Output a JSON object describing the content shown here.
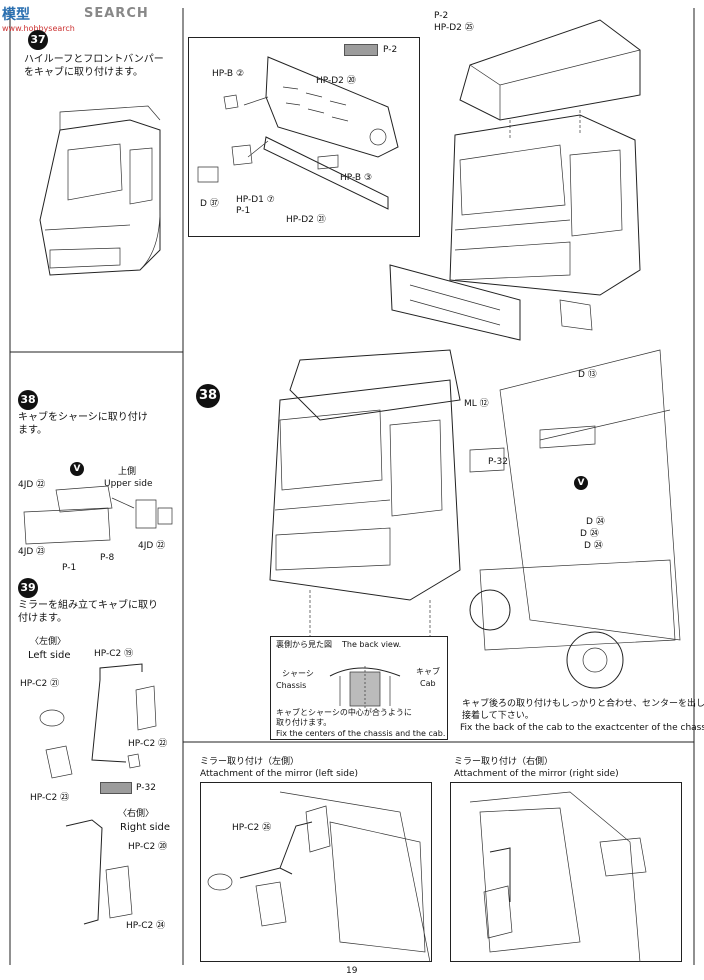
{
  "watermark": {
    "logo_chars": "模型",
    "brand": "SEARCH",
    "site": "www.hobbysearch"
  },
  "page_number": "19",
  "step37": {
    "number": "37",
    "text_line1": "ハイルーフとフロントバンパー",
    "text_line2": "をキャブに取り付けます。"
  },
  "step37_parts": {
    "p2": "P-2",
    "hpd2_25": "HP-D2 ㉕",
    "hpb2": "HP-B ②",
    "hpd2_20": "HP-D2 ⑳",
    "hpb3": "HP-B ③",
    "d37": "D ㊲",
    "hpd1_7": "HP-D1 ⑦",
    "p1": "P-1",
    "hpd2_21": "HP-D2 ㉑",
    "p2_box": "P-2"
  },
  "step38": {
    "number": "38",
    "text_line1": "キャブをシャーシに取り付け",
    "text_line2": "ます。",
    "v_mark": "V",
    "upper_jp": "上側",
    "upper_en": "Upper side",
    "p4jd22_a": "4JD ㉒",
    "p4jd22_b": "4JD ㉒",
    "p4jd23": "4JD ㉓",
    "p8": "P-8",
    "p1": "P-1"
  },
  "step38_main": {
    "number": "38",
    "ml12": "ML ⑫",
    "d13": "D ⑬",
    "p32": "P-32",
    "v_mark": "V",
    "d24a": "D ㉔",
    "d24b": "D ㉔",
    "d24c": "D ㉔",
    "back_view_jp": "裏側から見た図",
    "back_view_en": "The back view.",
    "chassis_jp": "シャーシ",
    "chassis_en": "Chassis",
    "cab_jp": "キャブ",
    "cab_en": "Cab",
    "center_jp1": "キャブとシャーシの中心が合うように",
    "center_jp2": "取り付けます。",
    "center_en": "Fix the centers of the chassis and the cab.",
    "note_jp1": "キャブ後ろの取り付けもしっかりと合わせ、センターを出して",
    "note_jp2": "接着して下さい。",
    "note_en": "Fix the back of the cab to the exactcenter of the chassis."
  },
  "step39": {
    "number": "39",
    "text_line1": "ミラーを組み立てキャブに取り",
    "text_line2": "付けます。",
    "left_jp": "〈左側〉",
    "left_en": "Left side",
    "right_jp": "〈右側〉",
    "right_en": "Right side",
    "hpc2_19": "HP-C2 ⑲",
    "hpc2_21": "HP-C2 ㉑",
    "hpc2_22": "HP-C2 ㉒",
    "hpc2_23": "HP-C2 ㉓",
    "p32": "P-32",
    "hpc2_20": "HP-C2 ⑳",
    "hpc2_24": "HP-C2 ㉔"
  },
  "mirror_left": {
    "title_jp": "ミラー取り付け（左側）",
    "title_en": "Attachment of the mirror (left side)",
    "hpc2_26": "HP-C2 ㉖"
  },
  "mirror_right": {
    "title_jp": "ミラー取り付け（右側）",
    "title_en": "Attachment of the mirror (right side)"
  }
}
